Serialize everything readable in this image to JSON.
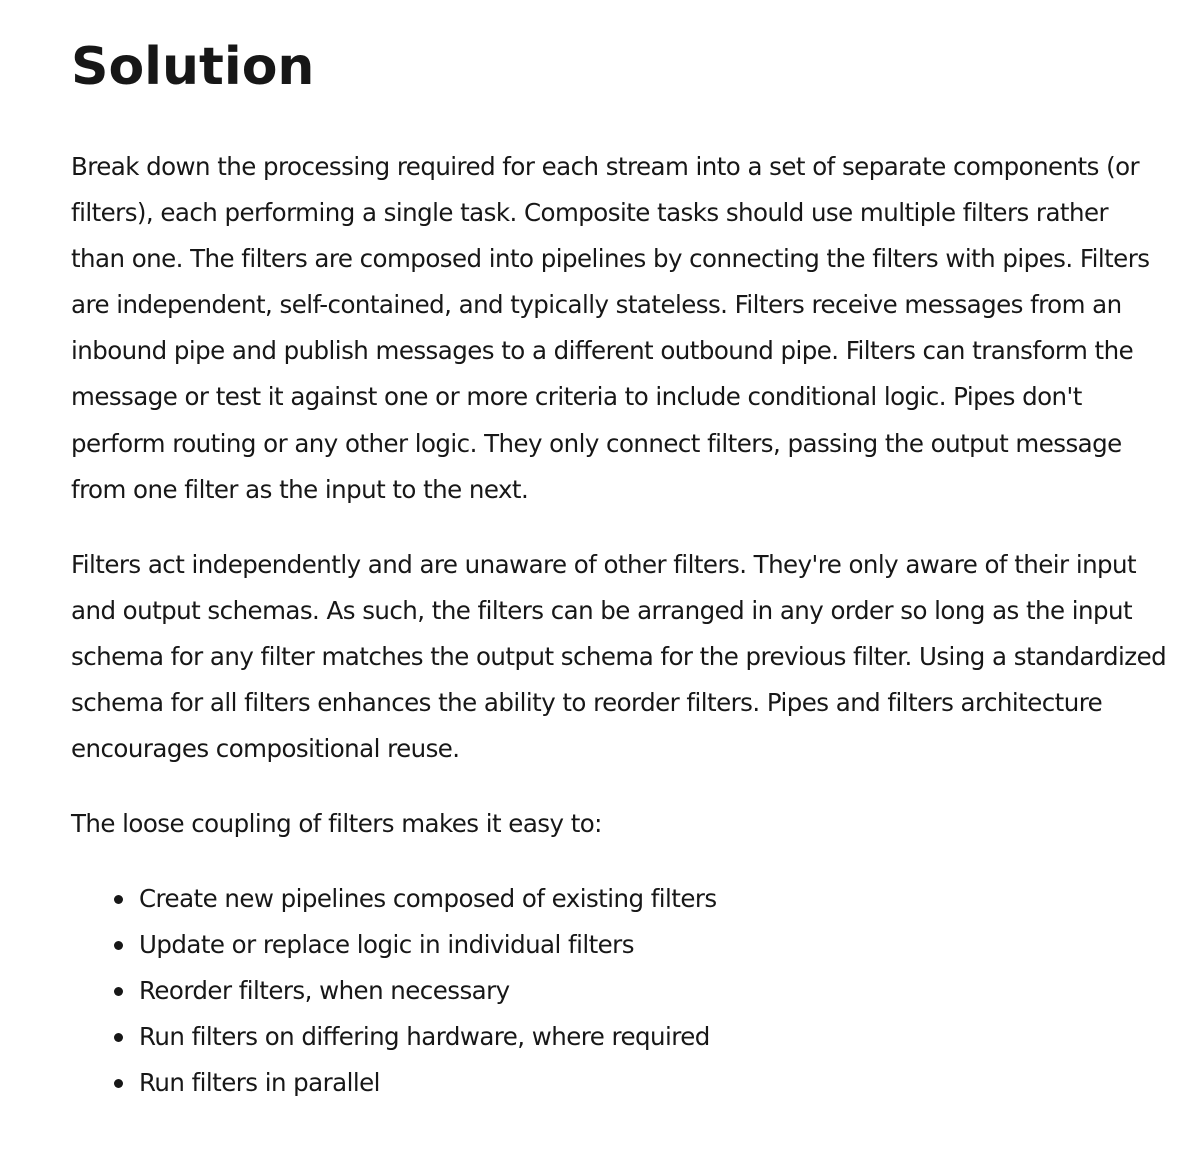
{
  "title": "Solution",
  "paragraphs": [
    "Break down the processing required for each stream into a set of separate components (or filters), each performing a single task. Composite tasks should use multiple filters rather than one. The filters are composed into pipelines by connecting the filters with pipes. Filters are independent, self-contained, and typically stateless. Filters receive messages from an inbound pipe and publish messages to a different outbound pipe. Filters can transform the message or test it against one or more criteria to include conditional logic. Pipes don't perform routing or any other logic. They only connect filters, passing the output message from one filter as the input to the next.",
    "Filters act independently and are unaware of other filters. They're only aware of their input and output schemas. As such, the filters can be arranged in any order so long as the input schema for any filter matches the output schema for the previous filter. Using a standardized schema for all filters enhances the ability to reorder filters. Pipes and filters architecture encourages compositional reuse.",
    "The loose coupling of filters makes it easy to:"
  ],
  "list_items": [
    "Create new pipelines composed of existing filters",
    "Update or replace logic in individual filters",
    "Reorder filters, when necessary",
    "Run filters on differing hardware, where required",
    "Run filters in parallel"
  ]
}
